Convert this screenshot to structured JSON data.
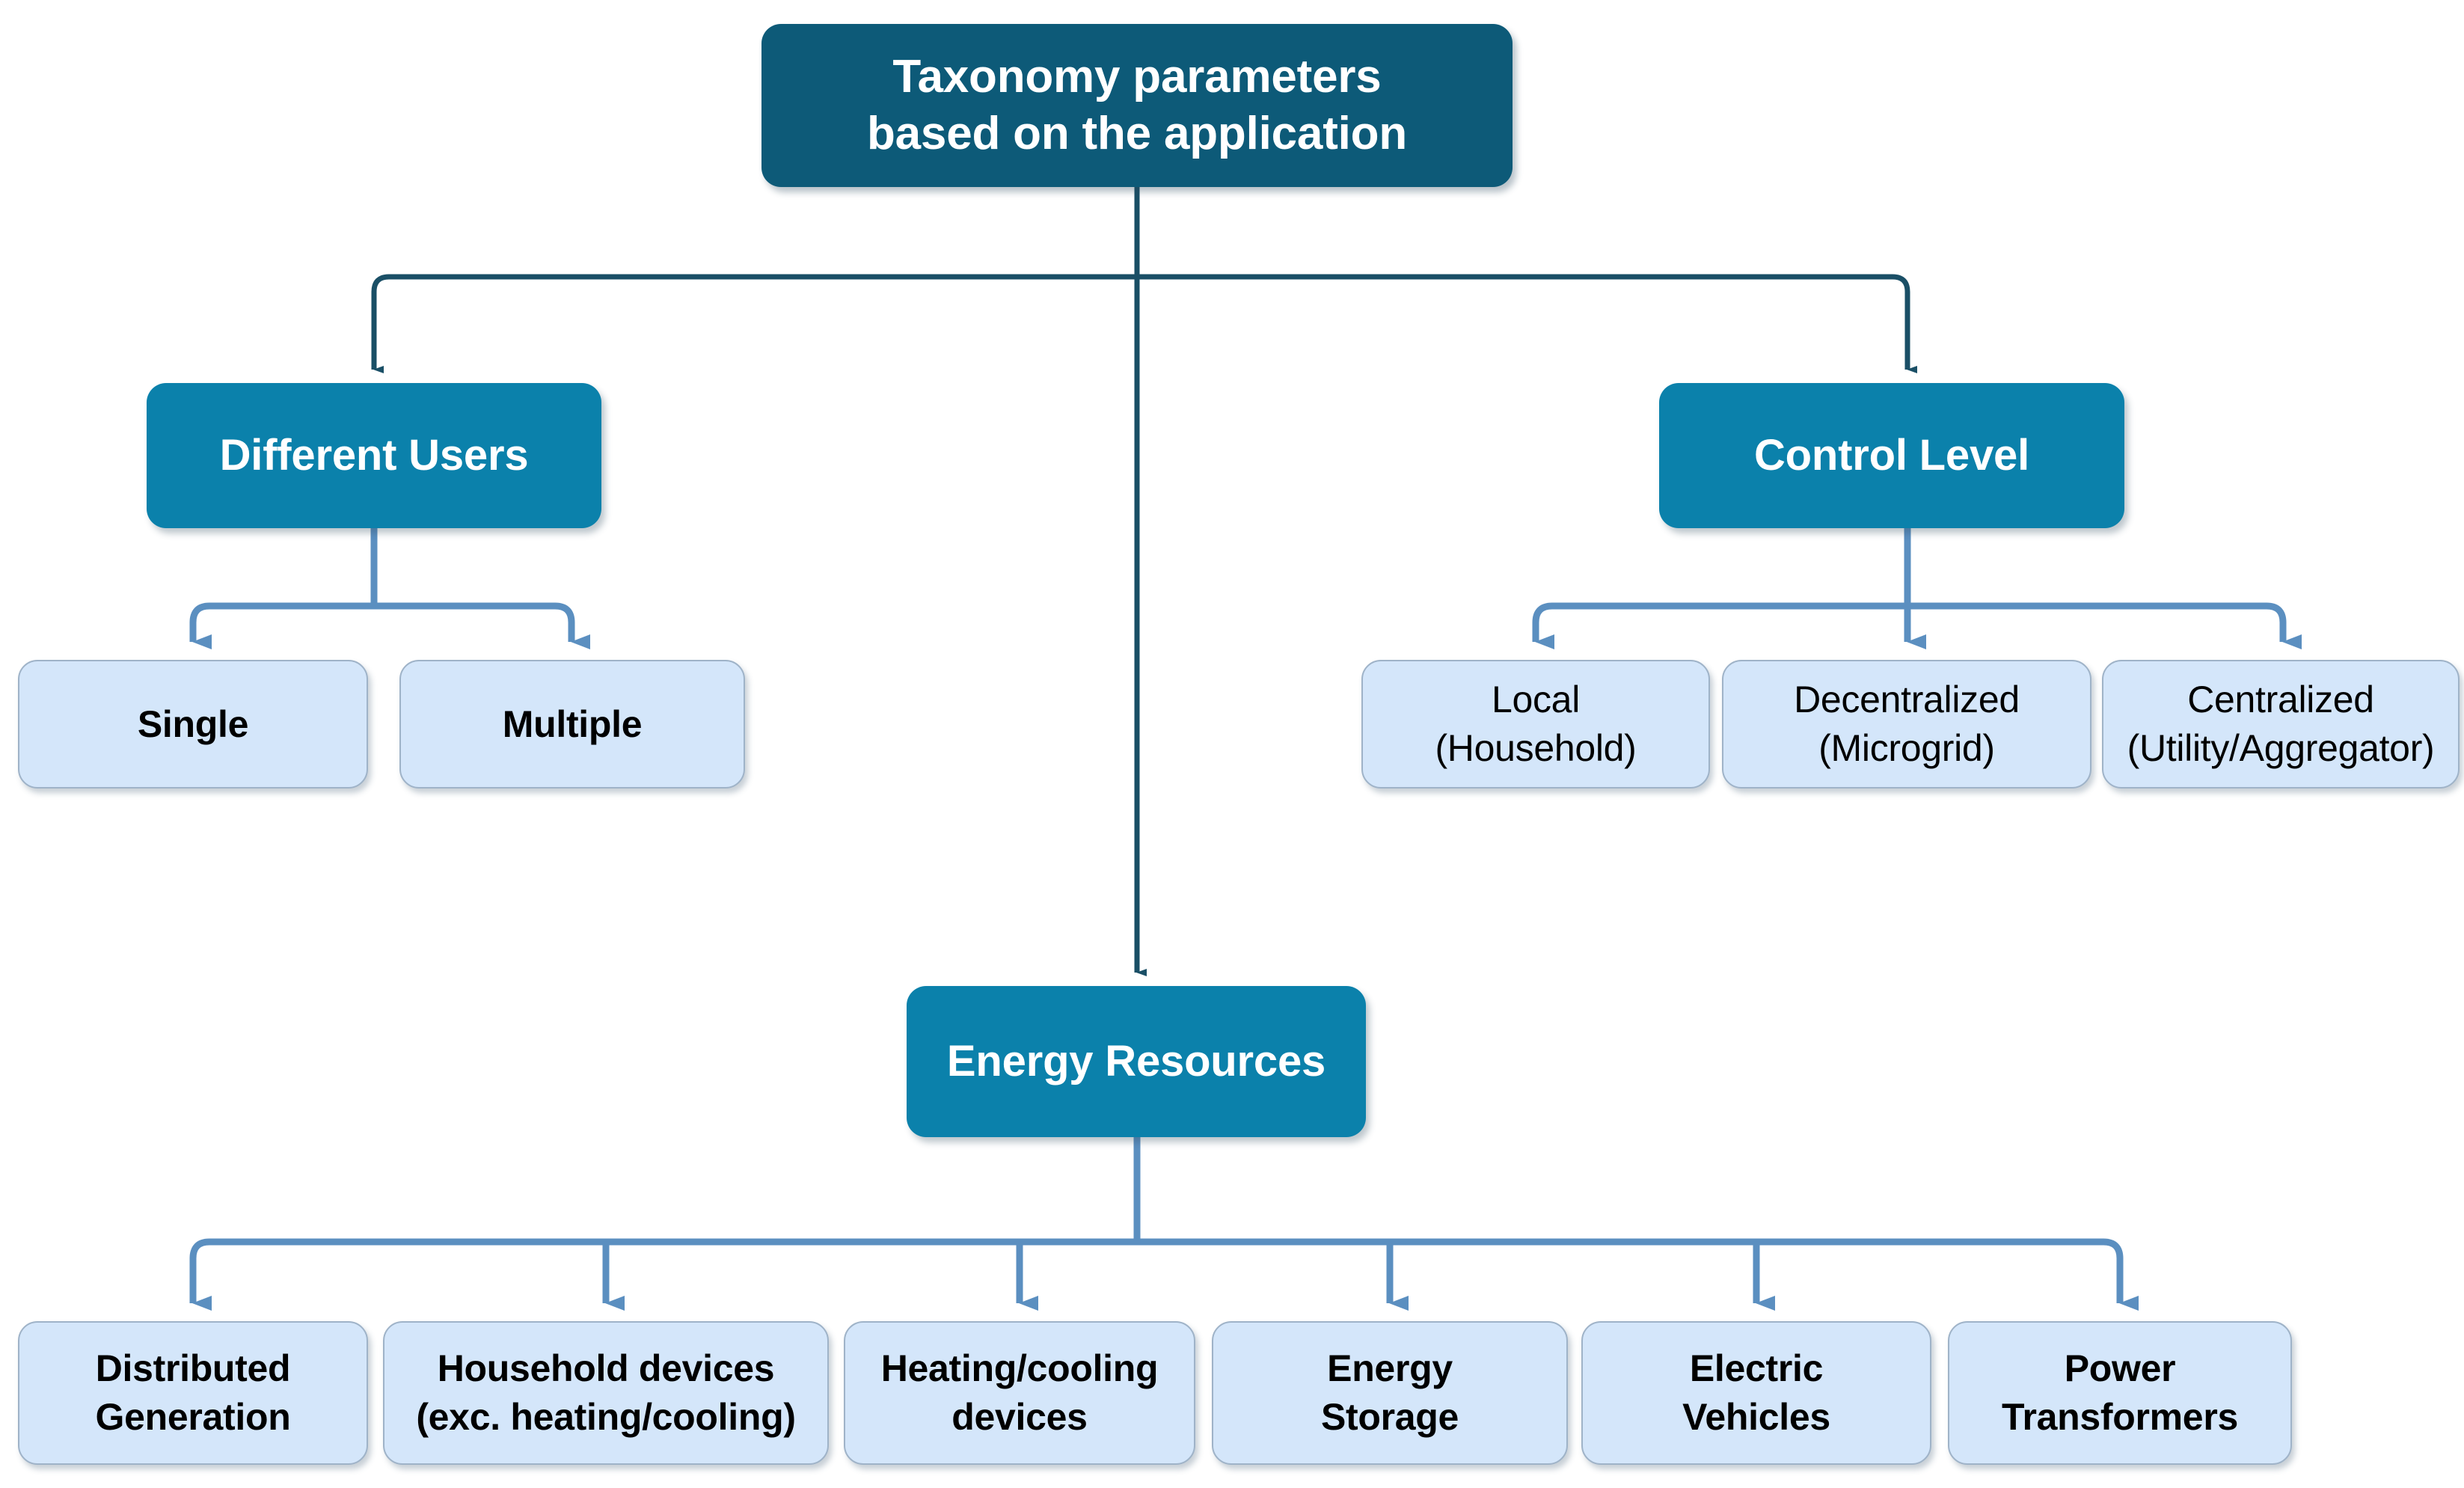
{
  "diagram": {
    "title": "Taxonomy parameters based on the application",
    "type": "hierarchical-tree",
    "orientation": "top-down",
    "background_color": "#ffffff",
    "colors": {
      "root_fill": "#0d5a78",
      "category_fill": "#0b81ab",
      "leaf_fill": "#d4e6fa",
      "leaf_border": "#9fb3c8",
      "root_text": "#ffffff",
      "category_text": "#ffffff",
      "leaf_text": "#000000",
      "edge_level1": "#1a4f66",
      "edge_level2": "#5b8fc0"
    }
  },
  "root": {
    "label": "Taxonomy parameters\nbased on the application"
  },
  "branches": [
    {
      "id": "different-users",
      "label": "Different Users",
      "children": [
        {
          "id": "single",
          "label": "Single"
        },
        {
          "id": "multiple",
          "label": "Multiple"
        }
      ]
    },
    {
      "id": "energy-resources",
      "label": "Energy Resources",
      "children": [
        {
          "id": "distributed-generation",
          "label": "Distributed\nGeneration"
        },
        {
          "id": "household-devices",
          "label": "Household devices\n(exc. heating/cooling)"
        },
        {
          "id": "heating-cooling-devices",
          "label": "Heating/cooling\ndevices"
        },
        {
          "id": "energy-storage",
          "label": "Energy\nStorage"
        },
        {
          "id": "electric-vehicles",
          "label": "Electric\nVehicles"
        },
        {
          "id": "power-transformers",
          "label": "Power\nTransformers"
        }
      ]
    },
    {
      "id": "control-level",
      "label": "Control Level",
      "children": [
        {
          "id": "local-household",
          "label": "Local\n(Household)"
        },
        {
          "id": "decentralized-microgrid",
          "label": "Decentralized\n(Microgrid)"
        },
        {
          "id": "centralized-utility-aggregator",
          "label": "Centralized\n(Utility/Aggregator)"
        }
      ]
    }
  ]
}
